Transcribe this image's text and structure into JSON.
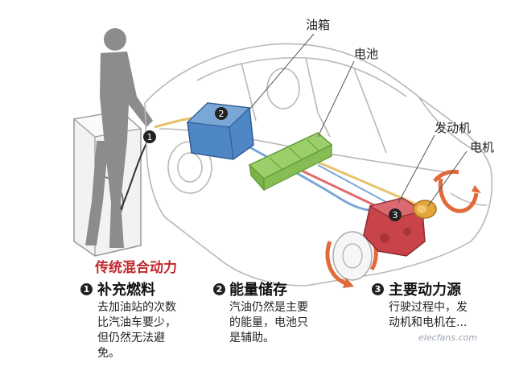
{
  "labels": {
    "fuel_tank": "油箱",
    "battery": "电池",
    "engine": "发动机",
    "motor": "电机"
  },
  "markers": {
    "m1": "1",
    "m2": "2",
    "m3": "3"
  },
  "legend": {
    "title": "传统混合动力",
    "steps": [
      {
        "num": "1",
        "title": "补充燃料",
        "desc": "去加油站的次数比汽油车要少，但仍然无法避免。"
      },
      {
        "num": "2",
        "title": "能量储存",
        "desc": "汽油仍然是主要的能量，电池只是辅助。"
      },
      {
        "num": "3",
        "title": "主要动力源",
        "desc": "行驶过程中，发动机和电机在..."
      }
    ]
  },
  "colors": {
    "fuel_tank": "#4f86c6",
    "battery": "#8cc65a",
    "engine": "#c9434a",
    "motor": "#e3a63a",
    "title_red": "#c0282d"
  },
  "watermark": "elecfans.com"
}
